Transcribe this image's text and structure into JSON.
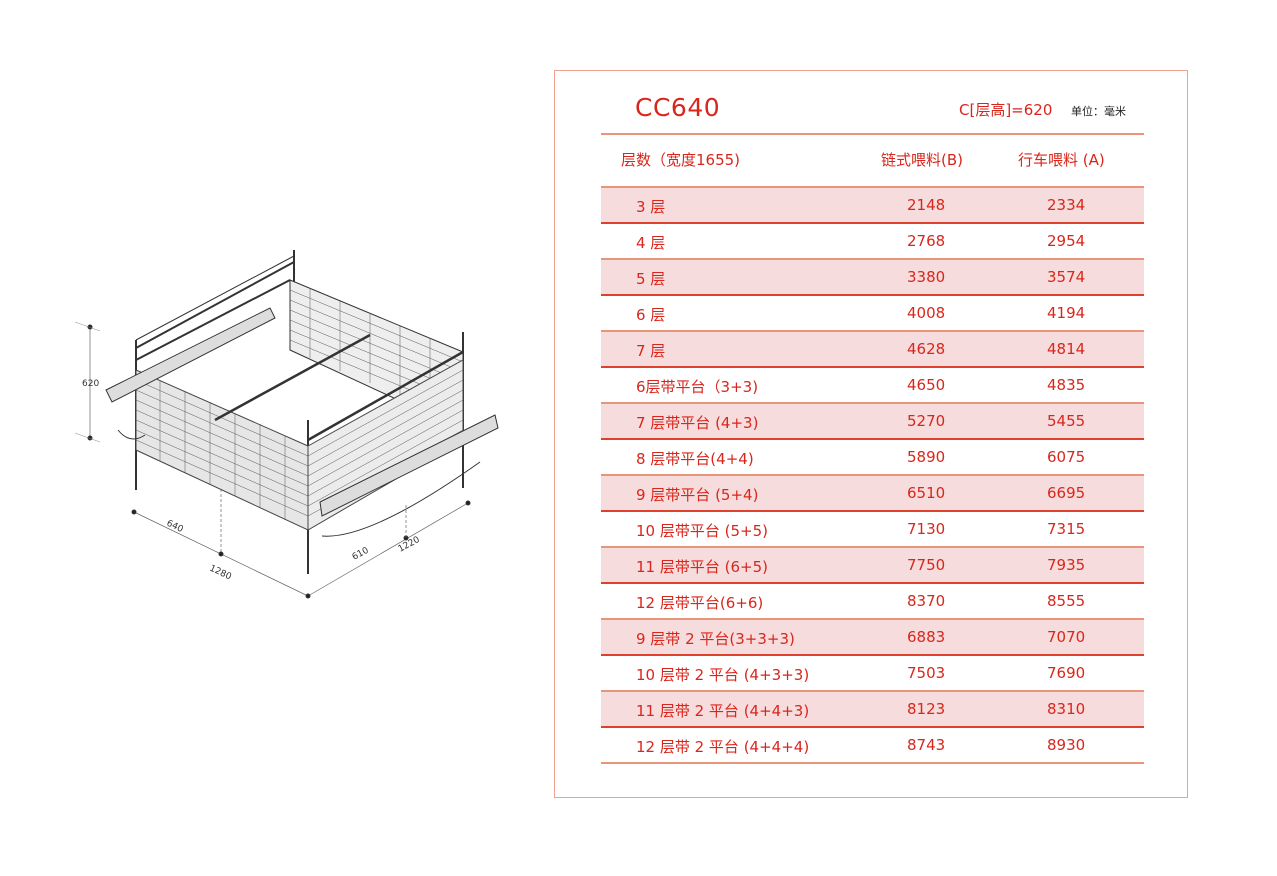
{
  "diagram": {
    "dimensions": {
      "height": "620",
      "half_length": "640",
      "length": "1280",
      "half_width": "610",
      "width": "1220"
    }
  },
  "spec": {
    "model": "CC640",
    "layer_height": "C[层高]=620",
    "unit": "单位：毫米",
    "headers": [
      "层数（宽度1655)",
      "链式喂料(B)",
      "行车喂料 (A)"
    ],
    "rows": [
      {
        "layers": "3 层",
        "chain": "2148",
        "trolley": "2334"
      },
      {
        "layers": "4 层",
        "chain": "2768",
        "trolley": "2954"
      },
      {
        "layers": "5 层",
        "chain": "3380",
        "trolley": "3574"
      },
      {
        "layers": "6 层",
        "chain": "4008",
        "trolley": "4194"
      },
      {
        "layers": "7 层",
        "chain": "4628",
        "trolley": "4814"
      },
      {
        "layers": "6层带平台（3+3)",
        "chain": "4650",
        "trolley": "4835"
      },
      {
        "layers": "7 层带平台 (4+3)",
        "chain": "5270",
        "trolley": "5455"
      },
      {
        "layers": "8 层带平台(4+4)",
        "chain": "5890",
        "trolley": "6075"
      },
      {
        "layers": "9 层带平台 (5+4)",
        "chain": "6510",
        "trolley": "6695"
      },
      {
        "layers": "10 层带平台 (5+5)",
        "chain": "7130",
        "trolley": "7315"
      },
      {
        "layers": "11 层带平台 (6+5)",
        "chain": "7750",
        "trolley": "7935"
      },
      {
        "layers": "12 层带平台(6+6)",
        "chain": "8370",
        "trolley": "8555"
      },
      {
        "layers": "9 层带 2 平台(3+3+3)",
        "chain": "6883",
        "trolley": "7070"
      },
      {
        "layers": "10 层带 2 平台 (4+3+3)",
        "chain": "7503",
        "trolley": "7690"
      },
      {
        "layers": "11 层带 2 平台 (4+4+3)",
        "chain": "8123",
        "trolley": "8310"
      },
      {
        "layers": "12 层带 2 平台 (4+4+4)",
        "chain": "8743",
        "trolley": "8930"
      }
    ]
  },
  "colors": {
    "accent": "#d9261c",
    "shade": "#f6dcdc",
    "border": "#f0a090"
  }
}
